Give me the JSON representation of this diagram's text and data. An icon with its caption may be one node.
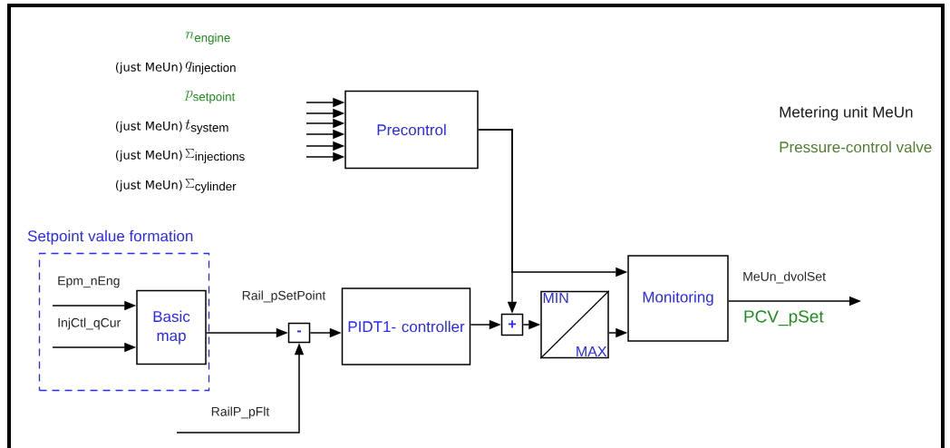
{
  "diagram": {
    "nodes": [
      {
        "text": [
          "Setpoint value formation"
        ]
      },
      {
        "text": [
          "Basic map"
        ],
        "in": 0
      },
      {
        "text": [
          "-"
        ]
      },
      {
        "text": [
          "PIDT1- controller"
        ]
      },
      {
        "text": [
          "Precontrol"
        ]
      },
      {
        "text": [
          "+"
        ]
      },
      {
        "text": [
          "MIN",
          "MAX"
        ]
      },
      {
        "text": [
          "Monitoring"
        ],
        "beside": [
          "PCV_pSet"
        ]
      }
    ],
    "edges": [
      {
        "from": null,
        "to": 4,
        "arrow": "to"
      },
      {
        "from": null,
        "to": 4,
        "arrow": "to"
      },
      {
        "from": null,
        "to": 4,
        "arrow": "to"
      },
      {
        "from": null,
        "to": 4,
        "arrow": "to"
      },
      {
        "from": null,
        "to": 4,
        "arrow": "to"
      },
      {
        "from": null,
        "to": 4,
        "arrow": "to"
      },
      {
        "from": null,
        "to": 1,
        "arrow": "to",
        "label": "Epm_nEng"
      },
      {
        "from": null,
        "to": 1,
        "arrow": "to",
        "label": "InjCtl_qCur"
      },
      {
        "from": 1,
        "to": 2,
        "arrow": "to",
        "label": "Rail_pSetPoint"
      },
      {
        "from": null,
        "to": 2,
        "arrow": "to",
        "label": "RailP_pFlt"
      },
      {
        "from": 2,
        "to": 3,
        "arrow": "to"
      },
      {
        "from": 3,
        "to": 5,
        "arrow": "to"
      },
      {
        "from": 4,
        "to": 5,
        "arrow": "to"
      },
      {
        "from": 4,
        "to": 7,
        "arrow": "to"
      },
      {
        "from": 5,
        "to": 6,
        "arrow": "to"
      },
      {
        "from": 6,
        "to": 7,
        "arrow": "to"
      },
      {
        "from": 7,
        "to": null,
        "arrow": "to",
        "label": "MeUn_dvolSet"
      }
    ],
    "labels": [
      "n_{\\mathrm{engine}}",
      "(just MeUn)",
      "q_{\\mathrm{injection}}",
      "p_{\\mathrm{setpoint}}",
      "(just MeUn)",
      "t_{\\mathrm{system}}",
      "(just MeUn)",
      "\\sum_{\\mathrm{injections}}",
      "(just MeUn)",
      "\\sum_{\\mathrm{cylinder}}"
    ],
    "legend": [
      {
        "text": "Metering unit MeUn",
        "color": "#1a1a1a"
      },
      {
        "text": "Pressure-control valve",
        "color": "#4f7f2f"
      }
    ]
  }
}
